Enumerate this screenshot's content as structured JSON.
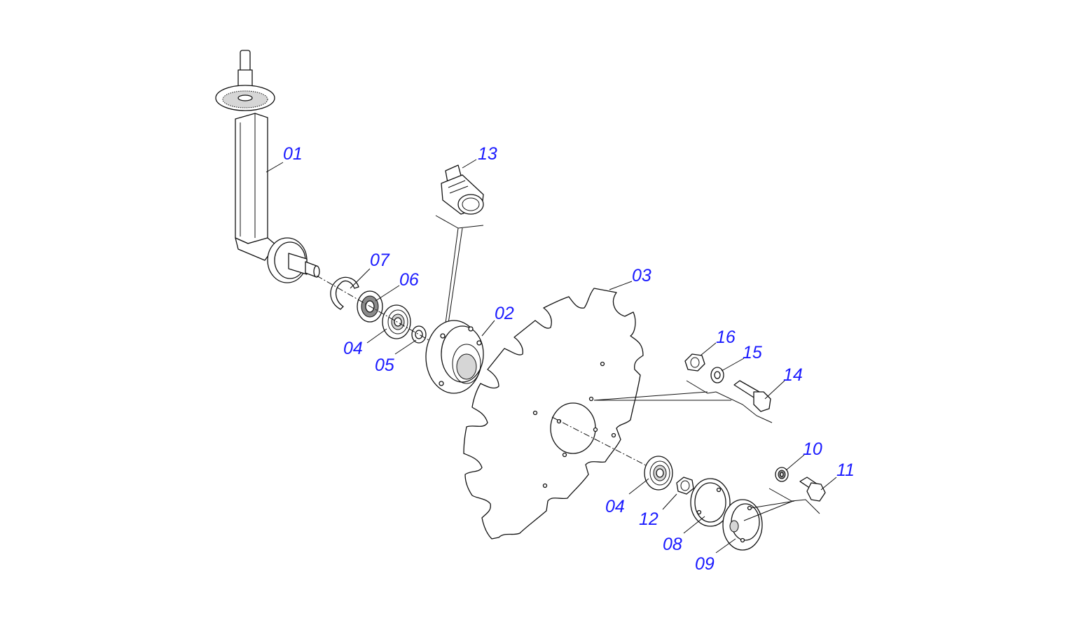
{
  "diagram": {
    "label_color": "#1a1aff",
    "line_color": "#111111",
    "callouts": [
      "01",
      "13",
      "07",
      "06",
      "02",
      "03",
      "04",
      "05",
      "16",
      "15",
      "14",
      "10",
      "11",
      "04",
      "12",
      "08",
      "09"
    ]
  }
}
